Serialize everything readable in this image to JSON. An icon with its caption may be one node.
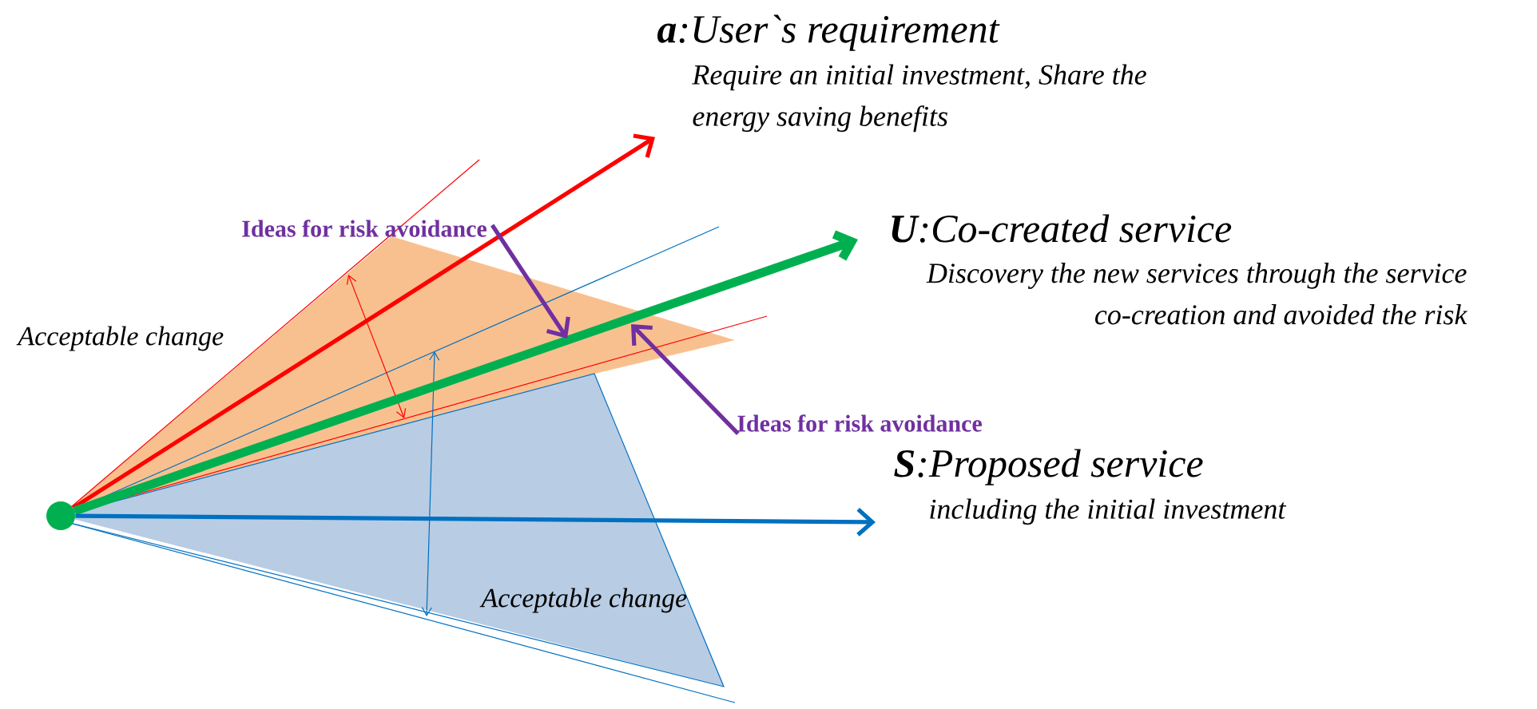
{
  "diagram": {
    "nodes": [
      {
        "text": [],
        "shape": "circle"
      },
      {
        "text": [
          "**a**:User`s requirement",
          "Require an initial investment, Share the energy saving benefits"
        ]
      },
      {
        "text": [
          "**U**:Co-created service",
          "Discovery the new services through the service co-creation and avoided the risk"
        ]
      },
      {
        "text": [
          "**S**:Proposed service",
          "including the initial investment"
        ]
      },
      {
        "text": [
          "Ideas for risk avoidance"
        ]
      },
      {
        "text": [
          "Ideas for risk avoidance"
        ]
      }
    ],
    "edges": [
      {
        "from": 0,
        "to": 1,
        "arrow": "to",
        "color": "#ff0000"
      },
      {
        "from": 0,
        "to": 2,
        "arrow": "to",
        "style": "thick",
        "color": "#00b050"
      },
      {
        "from": 0,
        "to": 3,
        "arrow": "to",
        "color": "#0070c0"
      },
      {
        "from": 4,
        "to": null,
        "arrow": "to",
        "color": "#7030a0"
      },
      {
        "from": 5,
        "to": null,
        "arrow": "to",
        "color": "#7030a0"
      }
    ],
    "labels": [
      "Acceptable change",
      "Acceptable change"
    ]
  }
}
